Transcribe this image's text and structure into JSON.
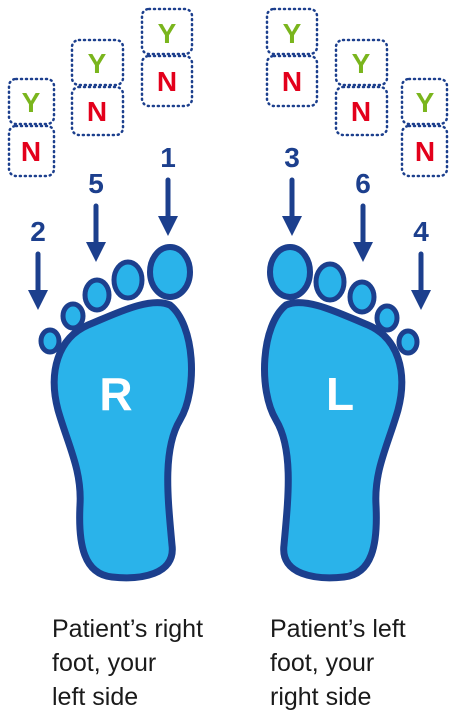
{
  "colors": {
    "outline": "#1c3f8d",
    "foot_fill": "#2ab3ea",
    "yes": "#7ab51d",
    "no": "#e3001b",
    "box_border": "#1c3f8d",
    "caption_text": "#1a1a1a"
  },
  "check_boxes": {
    "yes_label": "Y",
    "no_label": "N"
  },
  "site_numbers": {
    "right_big_toe": "1",
    "right_little_toe": "2",
    "left_big_toe": "3",
    "left_little_toe": "4",
    "right_middle_toe": "5",
    "left_middle_toe": "6"
  },
  "feet": {
    "right": {
      "letter": "R",
      "caption_lines": [
        "Patient’s right",
        "foot, your",
        "left side"
      ]
    },
    "left": {
      "letter": "L",
      "caption_lines": [
        "Patient’s left",
        "foot, your",
        "right side"
      ]
    }
  }
}
